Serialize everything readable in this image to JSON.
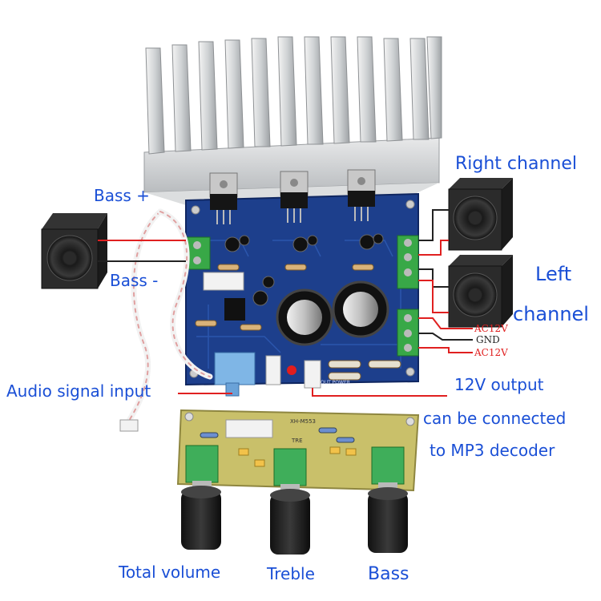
{
  "labels": {
    "right_channel": "Right channel",
    "left": "Left",
    "channel": "channel",
    "bass_plus": "Bass +",
    "bass_minus": "Bass -",
    "audio_input": "Audio signal input",
    "output_12v": "12V output",
    "can_connect": "can be connected",
    "to_mp3": "to MP3 decoder",
    "total_volume": "Total volume",
    "treble": "Treble",
    "bass": "Bass"
  },
  "terminals": {
    "ac1": "AC12V",
    "gnd": "GND",
    "ac2": "AC12V"
  },
  "board": {
    "tone_model": "XH-M553",
    "tone_tre": "TRE",
    "output_power": "OUT POWER"
  },
  "colors": {
    "label_blue": "#1a4fd6",
    "pcb_blue": "#1d3f8c",
    "tone_pcb": "#c9c06a",
    "wire_red": "#e02020",
    "wire_black": "#222222"
  }
}
